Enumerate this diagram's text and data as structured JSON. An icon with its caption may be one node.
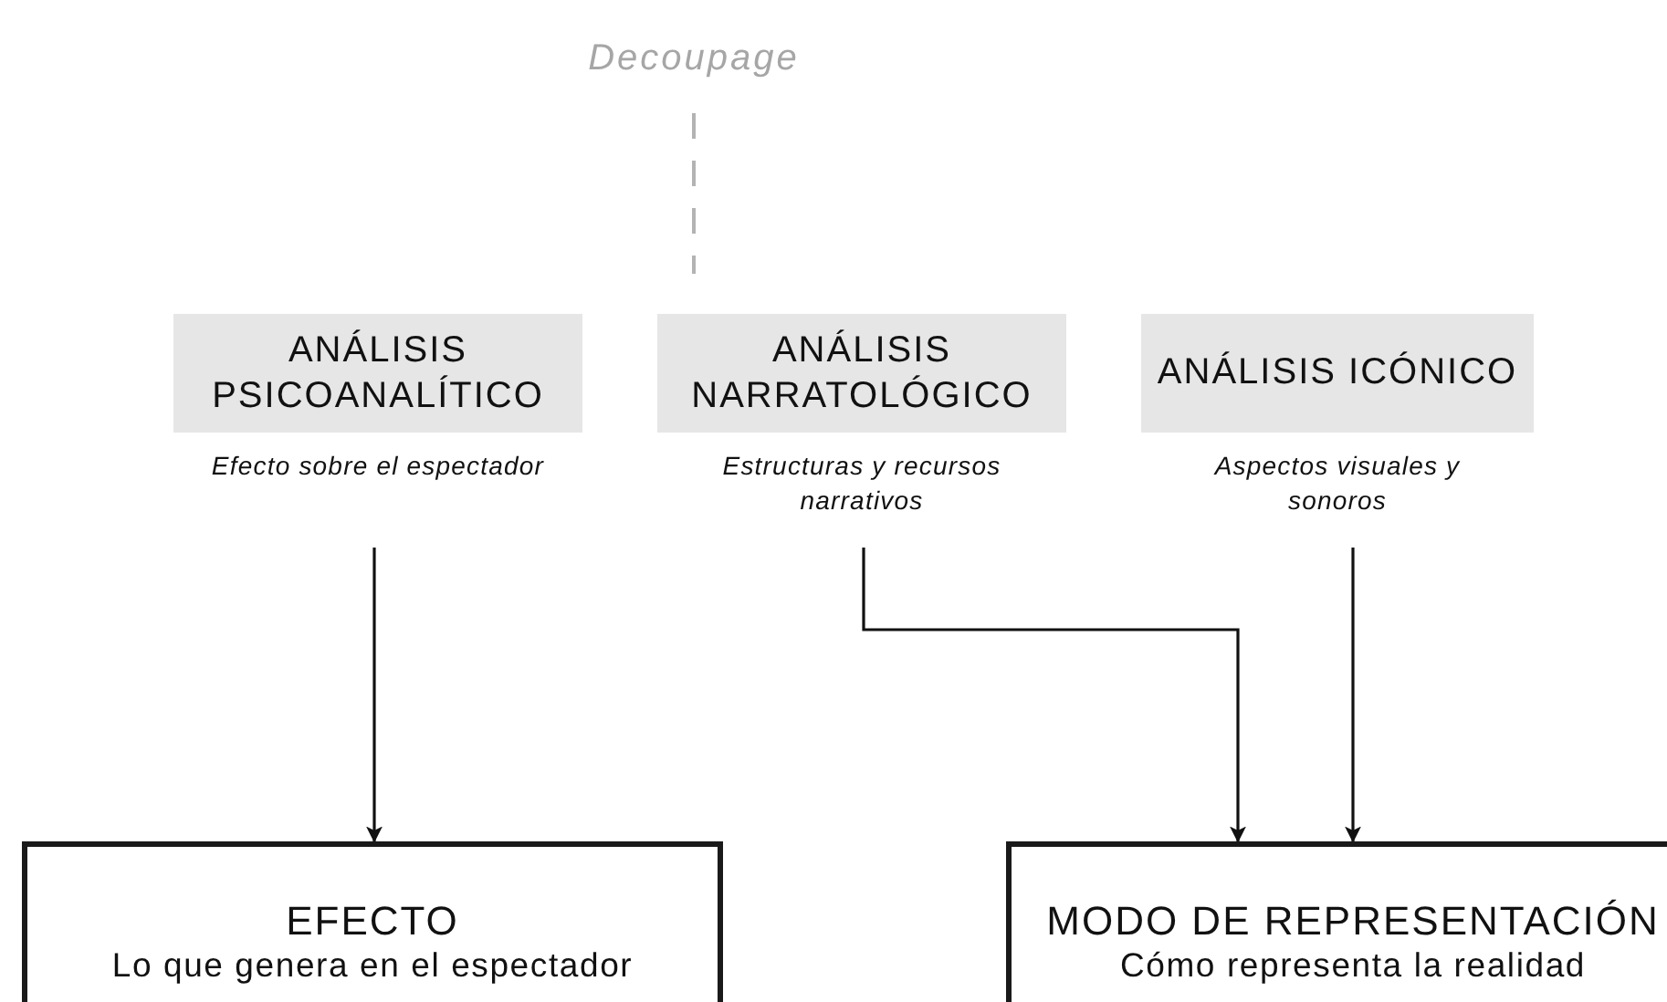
{
  "diagram": {
    "nodes": [
      {
        "text": [
          "Decoupage"
        ]
      },
      {
        "text": [
          "ANÁLISIS PSICOANALÍTICO"
        ],
        "beside": [
          "Efecto sobre el espectador"
        ]
      },
      {
        "text": [
          "ANÁLISIS NARRATOLÓGICO"
        ],
        "beside": [
          "Estructuras y recursos narrativos"
        ]
      },
      {
        "text": [
          "ANÁLISIS ICÓNICO"
        ],
        "beside": [
          "Aspectos visuales y sonoros"
        ]
      },
      {
        "text": [
          "EFECTO",
          "Lo que genera en el espectador"
        ]
      },
      {
        "text": [
          "MODO DE REPRESENTACIÓN",
          "Cómo representa la realidad"
        ]
      }
    ],
    "edges": [
      {
        "from": 0,
        "to": 2,
        "arrow": "none",
        "style": "dashed",
        "color": "#b3b3b3"
      },
      {
        "from": 1,
        "to": 4,
        "arrow": "to"
      },
      {
        "from": 2,
        "to": 5,
        "arrow": "to"
      },
      {
        "from": 3,
        "to": 5,
        "arrow": "to"
      }
    ]
  }
}
